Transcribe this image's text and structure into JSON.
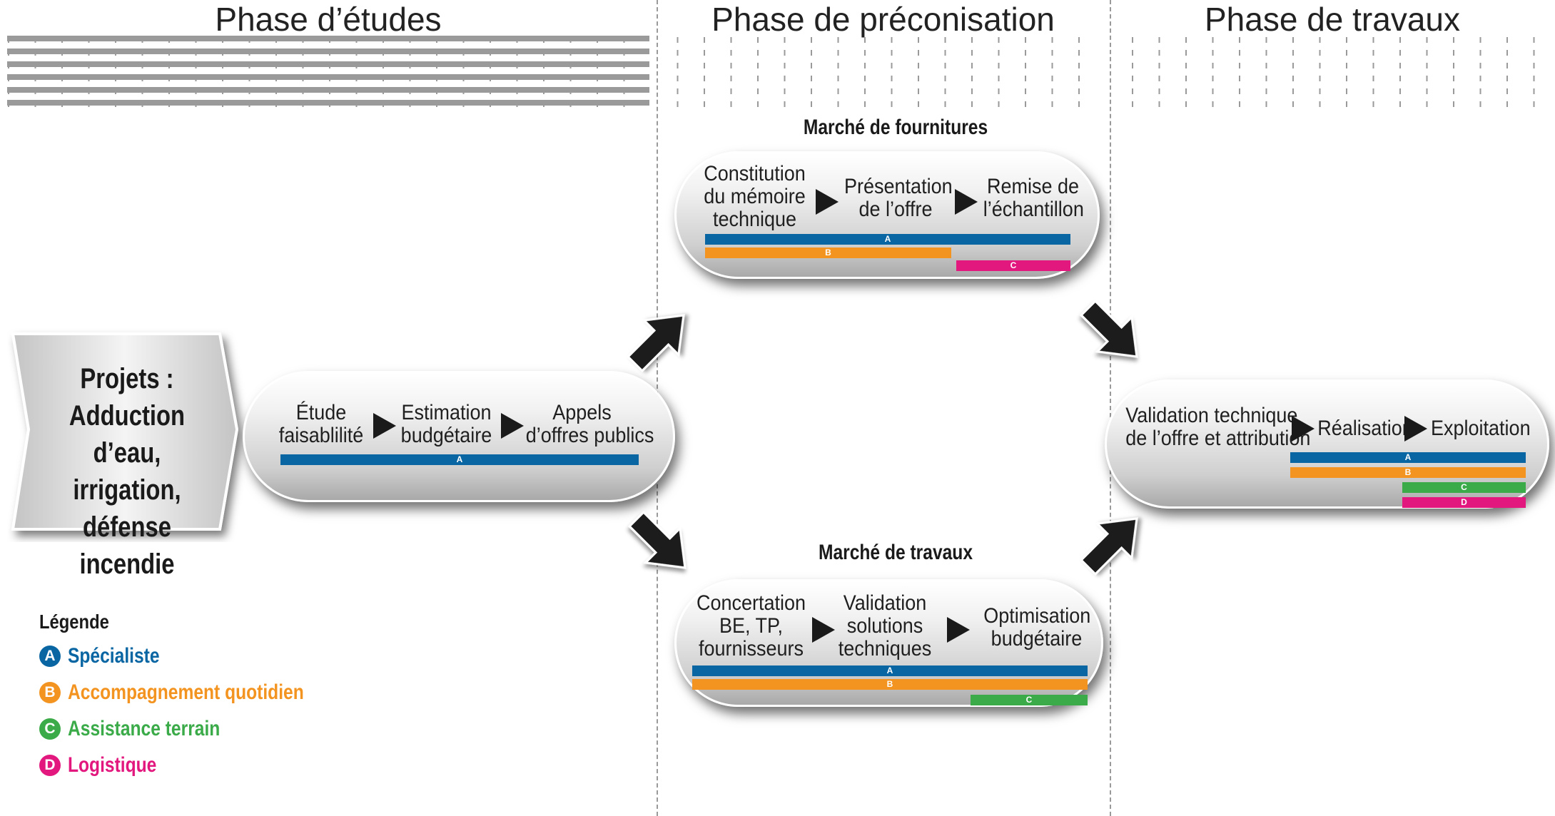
{
  "phases": [
    "Phase d’études",
    "Phase de préconisation",
    "Phase de travaux"
  ],
  "projets": {
    "lines": [
      "Projets :",
      "Adduction d’eau,",
      "irrigation, défense",
      "incendie"
    ]
  },
  "etudes": {
    "steps": [
      [
        "Étude",
        "faisablilité"
      ],
      [
        "Estimation",
        "budgétaire"
      ],
      [
        "Appels",
        "d’offres publics"
      ]
    ],
    "bars": [
      "A"
    ]
  },
  "fournitures": {
    "title": "Marché de fournitures",
    "steps": [
      [
        "Constitution",
        "du mémoire",
        "technique"
      ],
      [
        "Présentation",
        "de l’offre"
      ],
      [
        "Remise de",
        "l’échantillon"
      ]
    ],
    "bars": [
      "A",
      "B",
      "C"
    ]
  },
  "travaux_market": {
    "title": "Marché de travaux",
    "steps": [
      [
        "Concertation",
        "BE, TP,",
        "fournisseurs"
      ],
      [
        "Validation",
        "solutions",
        "techniques"
      ],
      [
        "Optimisation",
        "budgétaire"
      ]
    ],
    "bars": [
      "A",
      "B",
      "C"
    ]
  },
  "travaux_phase": {
    "steps": [
      [
        "Validation technique",
        "de l’offre et attribution"
      ],
      [
        "Réalisation"
      ],
      [
        "Exploitation"
      ]
    ],
    "bars": [
      "A",
      "B",
      "C",
      "D"
    ]
  },
  "legend": {
    "title": "Légende",
    "items": [
      {
        "letter": "A",
        "label": "Spécialiste",
        "color": "#0a66a3"
      },
      {
        "letter": "B",
        "label": "Accompagnement quotidien",
        "color": "#f39320"
      },
      {
        "letter": "C",
        "label": "Assistance terrain",
        "color": "#3bab49"
      },
      {
        "letter": "D",
        "label": "Logistique",
        "color": "#e2187e"
      }
    ]
  }
}
